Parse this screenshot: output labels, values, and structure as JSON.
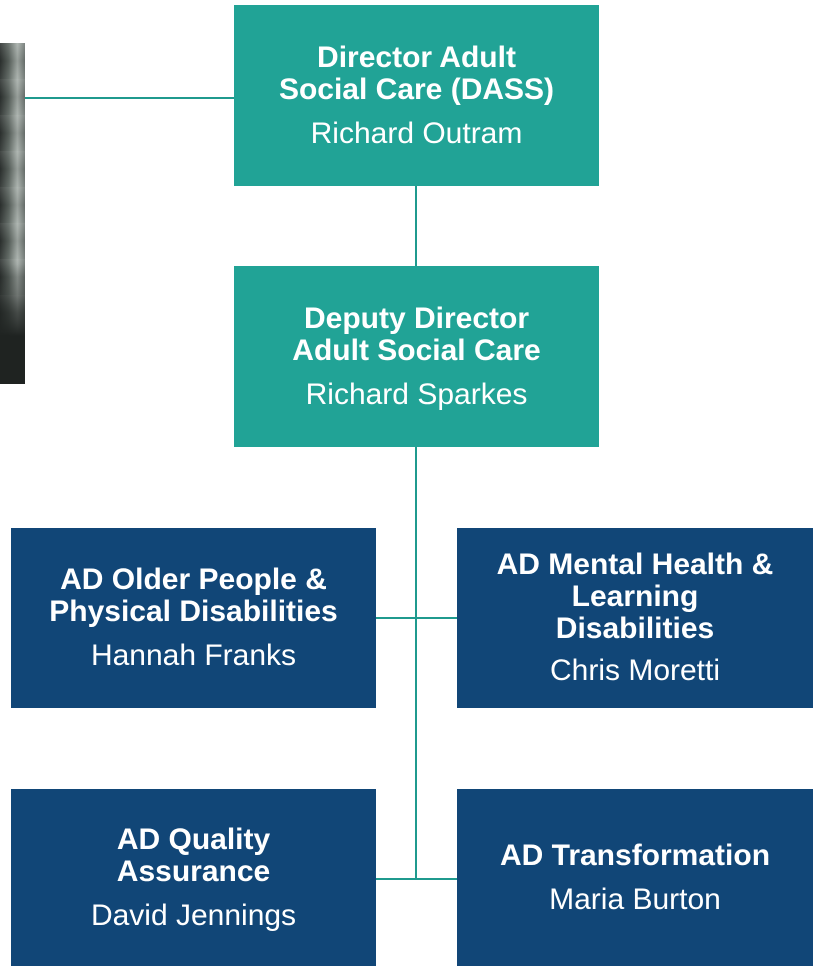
{
  "chart": {
    "dass": {
      "title_line1": "Director Adult",
      "title_line2": "Social Care (DASS)",
      "name": "Richard Outram"
    },
    "deputy": {
      "title_line1": "Deputy Director",
      "title_line2": "Adult Social Care",
      "name": "Richard Sparkes"
    },
    "older_people": {
      "title_line1": "AD Older People &",
      "title_line2": "Physical Disabilities",
      "name": "Hannah Franks"
    },
    "mental_health": {
      "title_line1": "AD Mental Health &",
      "title_line2": "Learning",
      "title_line3": "Disabilities",
      "name": "Chris Moretti"
    },
    "quality": {
      "title_line1": "AD Quality",
      "title_line2": "Assurance",
      "name": "David Jennings"
    },
    "transformation": {
      "title_line1": "AD Transformation",
      "name": "Maria Burton"
    }
  },
  "colors": {
    "teal": "#21a396",
    "navy": "#114677",
    "connector": "#1f9a8e"
  }
}
